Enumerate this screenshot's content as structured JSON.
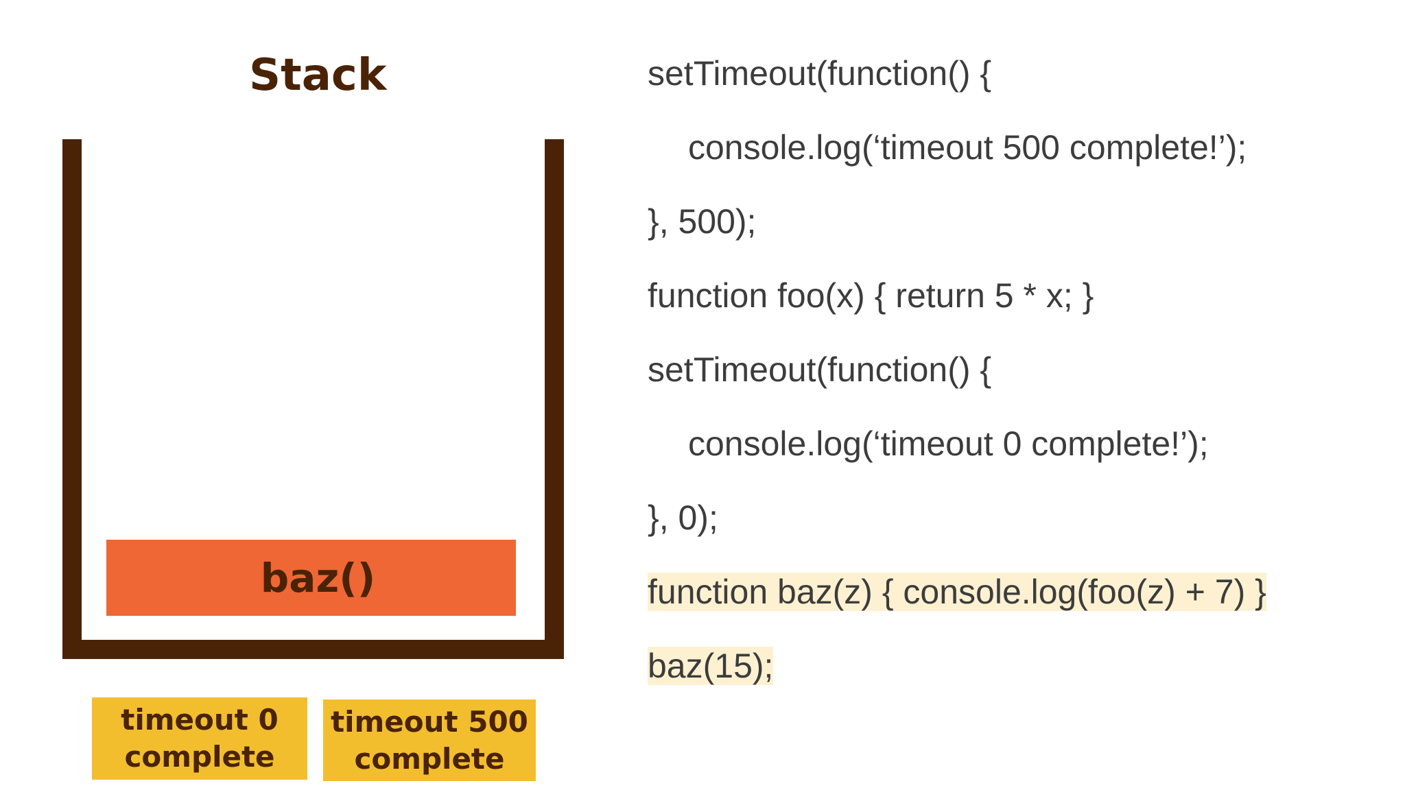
{
  "stack": {
    "title": "Stack",
    "frames": [
      "baz()"
    ]
  },
  "callbacks": [
    {
      "label": "timeout 0\ncomplete"
    },
    {
      "label": "timeout 500\ncomplete"
    }
  ],
  "code": {
    "lines": [
      "setTimeout(function() {",
      "console.log(‘timeout 500 complete!’);",
      "}, 500);",
      "function foo(x) { return 5 * x; }",
      "setTimeout(function() {",
      "console.log(‘timeout 0 complete!’);",
      "}, 0);",
      "function baz(z) { console.log(foo(z) + 7) }",
      "baz(15);"
    ]
  },
  "colors": {
    "stack_border": "#4a2306",
    "frame_fill": "#ef6734",
    "callback_fill": "#f2be2e",
    "highlight": "#fdf1d1",
    "code_text": "#3c3c3c"
  }
}
